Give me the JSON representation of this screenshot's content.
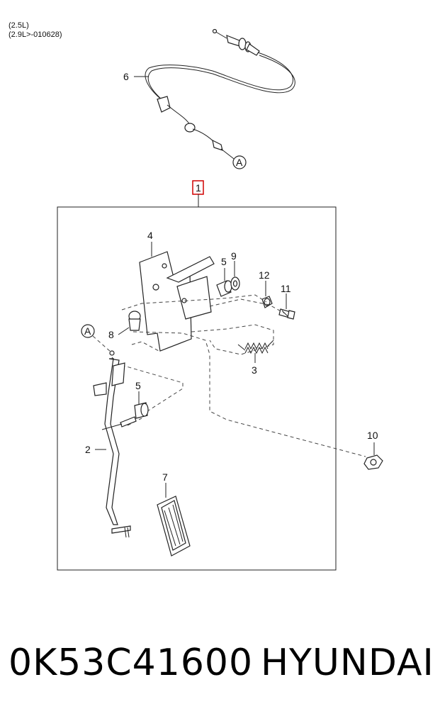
{
  "notes": [
    "(2.5L)",
    "(2.9L>-010628)"
  ],
  "callouts": {
    "c1": "1",
    "c2": "2",
    "c3": "3",
    "c4": "4",
    "c5a": "5",
    "c5b": "5",
    "c6": "6",
    "c7": "7",
    "c8": "8",
    "c9": "9",
    "c10": "10",
    "c11": "11",
    "c12": "12"
  },
  "ref_markers": {
    "top": "A",
    "left": "A"
  },
  "highlight_color": "#d00000",
  "footer": {
    "part_number": "0K53C41600",
    "brand": "HYUNDAI"
  }
}
